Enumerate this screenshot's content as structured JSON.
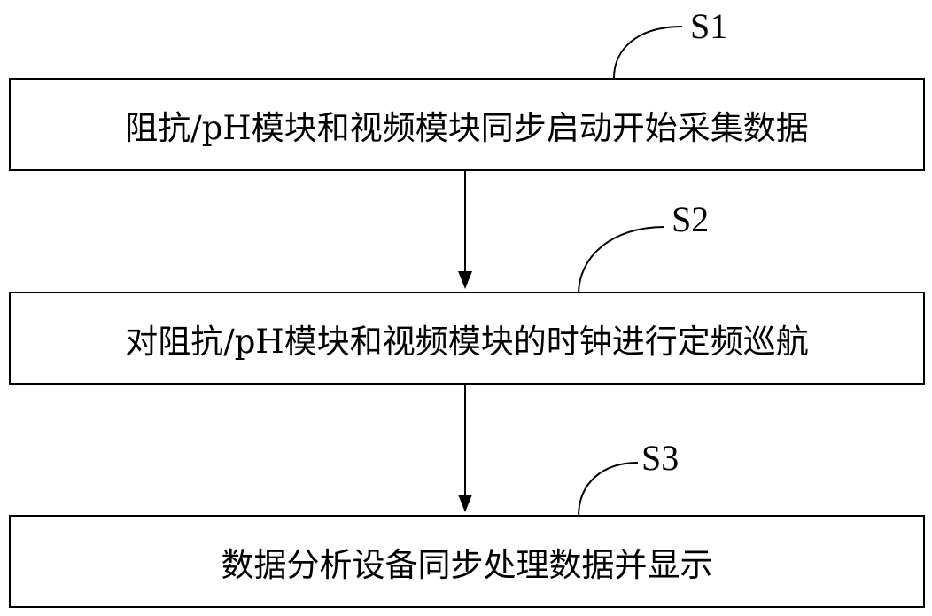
{
  "flowchart": {
    "steps": [
      {
        "label": "S1",
        "text": "阻抗/pH模块和视频模块同步启动开始采集数据"
      },
      {
        "label": "S2",
        "text": "对阻抗/pH模块和视频模块的时钟进行定频巡航"
      },
      {
        "label": "S3",
        "text": "数据分析设备同步处理数据并显示"
      }
    ]
  }
}
